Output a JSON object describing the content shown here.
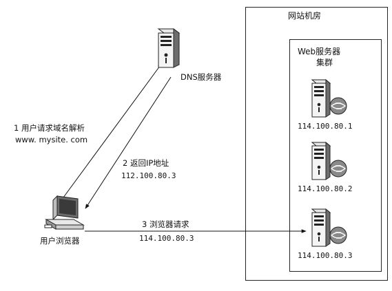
{
  "datacenter": {
    "title": "网站机房",
    "cluster_title_line1": "Web服务器",
    "cluster_title_line2": "集群"
  },
  "dns": {
    "label": "DNS服务器"
  },
  "client": {
    "label": "用户浏览器"
  },
  "servers": [
    {
      "ip": "114.100.80.1"
    },
    {
      "ip": "114.100.80.2"
    },
    {
      "ip": "114.100.80.3"
    }
  ],
  "steps": {
    "step1_line1": "1 用户请求域名解析",
    "step1_line2": "www. mysite. com",
    "step2_line1": "2 返回IP地址",
    "step2_line2": "112.100.80.3",
    "step3_line1": "3 浏览器请求",
    "step3_line2": "114.100.80.3"
  }
}
